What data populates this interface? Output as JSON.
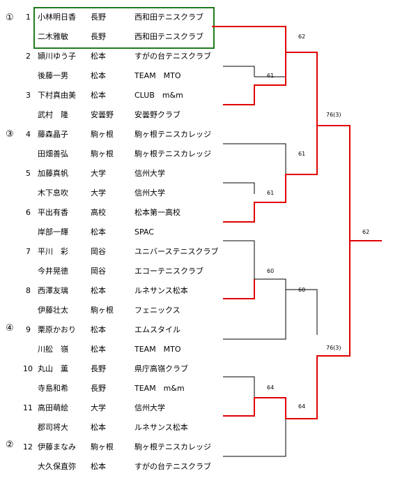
{
  "seeds": [
    "①",
    "③",
    "④",
    "②"
  ],
  "entries": [
    {
      "num": "1",
      "p1": {
        "name": "小林明日香",
        "area": "長野",
        "club": "西和田テニスクラブ"
      },
      "p2": {
        "name": "二木雅敏",
        "area": "長野",
        "club": "西和田テニスクラブ"
      }
    },
    {
      "num": "2",
      "p1": {
        "name": "頴川ゆう子",
        "area": "松本",
        "club": "すがの台テニスクラブ"
      },
      "p2": {
        "name": "後藤一男",
        "area": "松本",
        "club": "TEAM　MTO"
      }
    },
    {
      "num": "3",
      "p1": {
        "name": "下村真由美",
        "area": "松本",
        "club": "CLUB　m&m"
      },
      "p2": {
        "name": "武村　隆",
        "area": "安曇野",
        "club": "安曇野クラブ"
      }
    },
    {
      "num": "4",
      "p1": {
        "name": "藤森晶子",
        "area": "駒ヶ根",
        "club": "駒ヶ根テニスカレッジ"
      },
      "p2": {
        "name": "田畑善弘",
        "area": "駒ヶ根",
        "club": "駒ヶ根テニスカレッジ"
      }
    },
    {
      "num": "5",
      "p1": {
        "name": "加藤真帆",
        "area": "大学",
        "club": "信州大学"
      },
      "p2": {
        "name": "木下息吹",
        "area": "大学",
        "club": "信州大学"
      }
    },
    {
      "num": "6",
      "p1": {
        "name": "平出有香",
        "area": "高校",
        "club": "松本第一高校"
      },
      "p2": {
        "name": "岸部一輝",
        "area": "松本",
        "club": "SPAC"
      }
    },
    {
      "num": "7",
      "p1": {
        "name": "平川　彩",
        "area": "岡谷",
        "club": "ユニバーステニスクラブ"
      },
      "p2": {
        "name": "今井晃徳",
        "area": "岡谷",
        "club": "エコーテニスクラブ"
      }
    },
    {
      "num": "8",
      "p1": {
        "name": "西澤友璃",
        "area": "松本",
        "club": "ルネサンス松本"
      },
      "p2": {
        "name": "伊藤壮太",
        "area": "駒ヶ根",
        "club": "フェニックス"
      }
    },
    {
      "num": "9",
      "p1": {
        "name": "栗原かおり",
        "area": "松本",
        "club": "エムスタイル"
      },
      "p2": {
        "name": "川舩　嶺",
        "area": "松本",
        "club": "TEAM　MTO"
      }
    },
    {
      "num": "10",
      "p1": {
        "name": "丸山　薫",
        "area": "長野",
        "club": "県庁高嶺クラブ"
      },
      "p2": {
        "name": "寺島和希",
        "area": "長野",
        "club": "TEAM　m&m"
      }
    },
    {
      "num": "11",
      "p1": {
        "name": "高田萌絵",
        "area": "大学",
        "club": "信州大学"
      },
      "p2": {
        "name": "郡司将大",
        "area": "松本",
        "club": "ルネサンス松本"
      }
    },
    {
      "num": "12",
      "p1": {
        "name": "伊藤まなみ",
        "area": "駒ヶ根",
        "club": "駒ヶ根テニスカレッジ"
      },
      "p2": {
        "name": "大久保直弥",
        "area": "松本",
        "club": "すがの台テニスクラブ"
      }
    }
  ],
  "scores": {
    "r1_2v3": "61",
    "r1_5v6": "61",
    "r1_7v8": "60",
    "r1_10v11": "64",
    "r2_1": "62",
    "r2_4": "61",
    "r2_9": "60",
    "r2_12": "64",
    "qf_top": "76(3)",
    "qf_bottom": "76(3)",
    "final": "62"
  },
  "colors": {
    "winner_line": "#e00000",
    "loser_line": "#000000",
    "highlight": "#1f7a1f"
  }
}
